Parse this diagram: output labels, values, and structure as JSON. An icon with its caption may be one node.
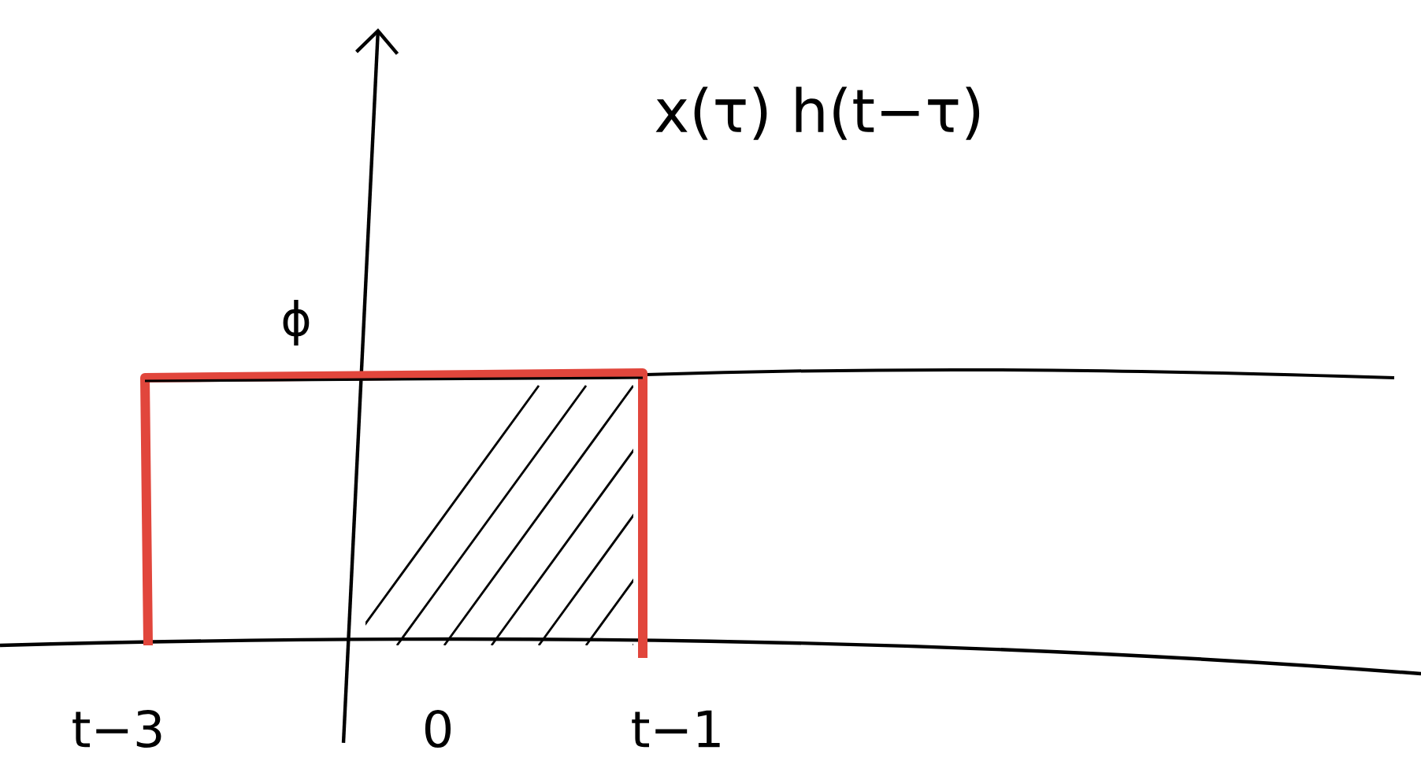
{
  "diagram": {
    "labels": [
      "x(τ) h(t−τ)",
      "ϕ",
      "t−3",
      "0",
      "t−1"
    ]
  }
}
